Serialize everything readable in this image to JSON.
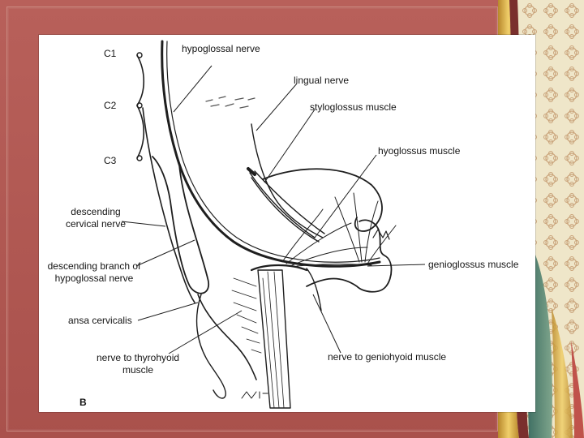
{
  "figure": {
    "panel_letter": "B",
    "spinal_levels": [
      "C1",
      "C2",
      "C3"
    ],
    "labels": {
      "hypoglossal_nerve": "hypoglossal nerve",
      "lingual_nerve": "lingual nerve",
      "styloglossus_muscle": "styloglossus muscle",
      "hyoglossus_muscle": "hyoglossus muscle",
      "genioglossus_muscle": "genioglossus muscle",
      "descending_cervical_nerve": "descending cervical nerve",
      "descending_branch_hypoglossal": "descending branch of hypoglossal nerve",
      "ansa_cervicalis": "ansa cervicalis",
      "nerve_to_thyrohyoid": "nerve to thyrohyoid muscle",
      "nerve_to_geniohyoid": "nerve to geniohyoid muscle"
    }
  },
  "colors": {
    "frame": "#b35a55",
    "figure_background": "#ffffff",
    "ink": "#141414"
  }
}
